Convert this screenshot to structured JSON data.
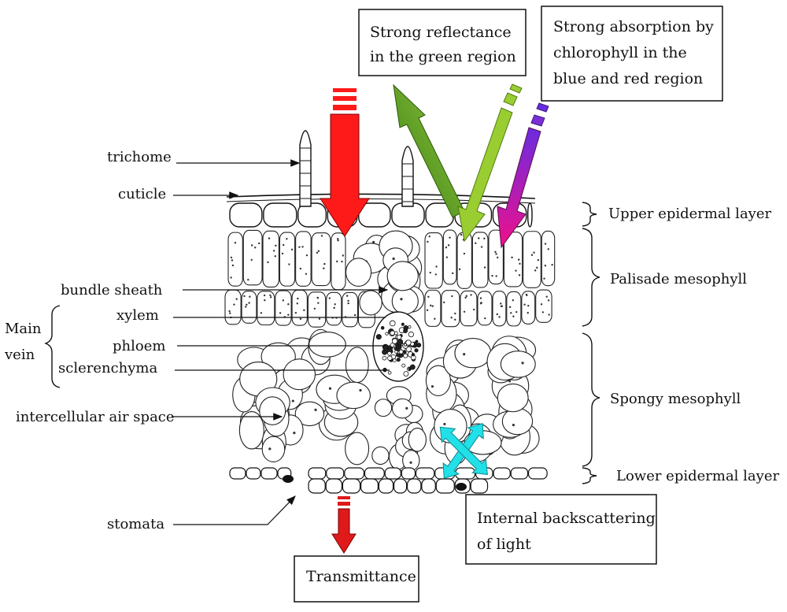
{
  "labels": {
    "trichome": "trichome",
    "cuticle": "cuticle",
    "bundle_sheath": "bundle sheath",
    "xylem": "xylem",
    "phloem": "phloem",
    "sclerenchyma": "sclerenchyma",
    "main_vein_line1": "Main",
    "main_vein_line2": "vein",
    "intercellular_air_space": "intercellular air space",
    "stomata": "stomata",
    "upper_epidermal_layer": "Upper epidermal layer",
    "palisade_mesophyll": "Palisade mesophyll",
    "spongy_mesophyll": "Spongy mesophyll",
    "lower_epidermal_layer": "Lower epidermal layer"
  },
  "boxes": {
    "reflectance": {
      "line1": "Strong reflectance",
      "line2": "in the green region"
    },
    "absorption": {
      "line1": "Strong absorption by",
      "line2": "chlorophyll in the",
      "line3": "blue and red region"
    },
    "backscatter": {
      "line1": "Internal backscattering",
      "line2": "of light"
    },
    "transmittance": {
      "line1": "Transmittance"
    }
  },
  "colors": {
    "incident_light": "#ff1a1a",
    "green_reflect": "#5a9a1a",
    "absorbed_green": "#9acd32",
    "absorbed_blue_red_top": "#7b2fd6",
    "absorbed_blue_red_bottom": "#e8107a",
    "backscatter": "#22e0e8",
    "transmit": "#e01a1a"
  }
}
